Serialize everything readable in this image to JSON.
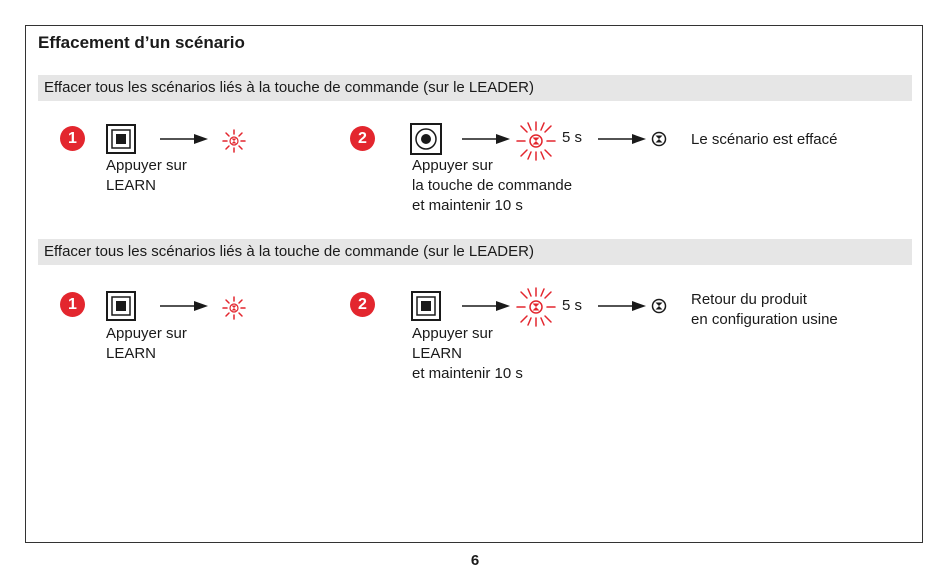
{
  "title": "Effacement d’un scénario",
  "page_number": "6",
  "sections": [
    {
      "header": "Effacer tous les scénarios liés à la touche de commande (sur le LEADER)",
      "step1": {
        "number": "1",
        "line1": "Appuyer sur",
        "line2": "LEARN"
      },
      "step2": {
        "number": "2",
        "line1": "Appuyer sur",
        "line2": "la touche de commande",
        "line3": "et maintenir 10 s",
        "duration": "5 s"
      },
      "result": {
        "line1": "Le scénario est effacé",
        "line2": ""
      },
      "icons": {
        "step1_button": "learn-button-icon",
        "step2_button": "command-button-icon"
      }
    },
    {
      "header": "Effacer tous les scénarios liés à la touche de commande (sur le LEADER)",
      "step1": {
        "number": "1",
        "line1": "Appuyer sur",
        "line2": "LEARN"
      },
      "step2": {
        "number": "2",
        "line1": "Appuyer sur",
        "line2": "LEARN",
        "line3": "et maintenir 10 s",
        "duration": "5 s"
      },
      "result": {
        "line1": "Retour du produit",
        "line2": "en configuration usine"
      },
      "icons": {
        "step1_button": "learn-button-icon",
        "step2_button": "learn-button-icon"
      }
    }
  ],
  "colors": {
    "accent": "#e3262e",
    "section_bg": "#e6e6e6",
    "text": "#1a1a1a"
  }
}
